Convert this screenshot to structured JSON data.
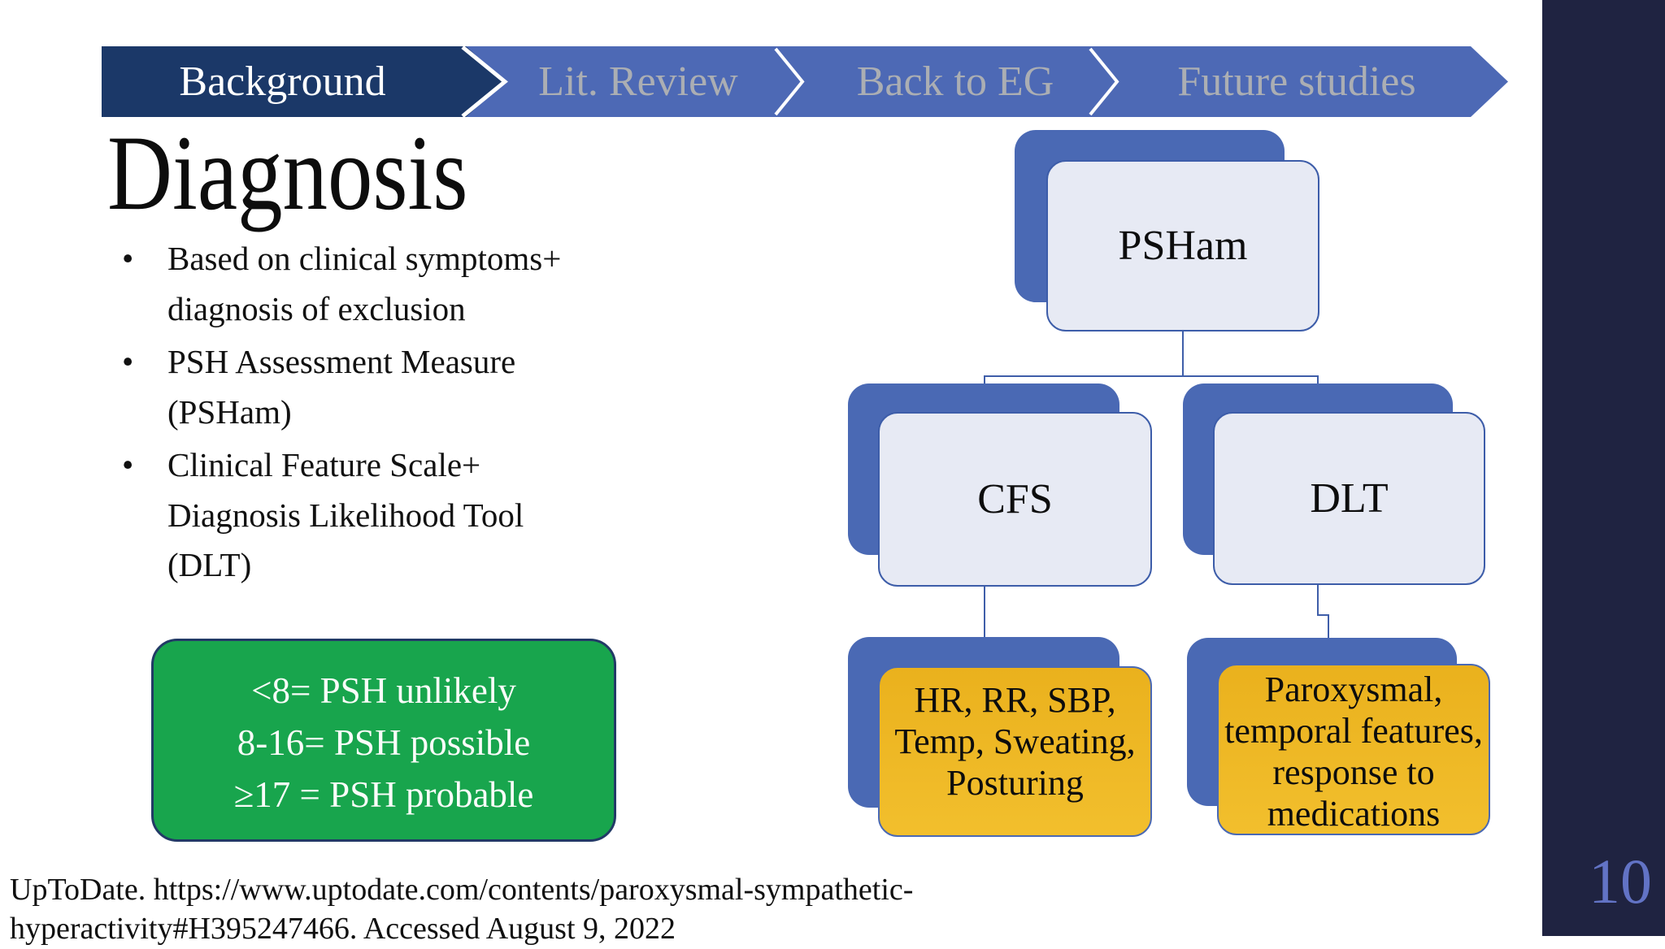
{
  "slide": {
    "title": "Diagnosis",
    "page_number": "10",
    "citation_line1": "UpToDate. https://www.uptodate.com/contents/paroxysmal-sympathetic-",
    "citation_line2": "hyperactivity#H395247466. Accessed August 9, 2022"
  },
  "breadcrumb": {
    "items": [
      {
        "label": "Background",
        "active": true
      },
      {
        "label": "Lit. Review",
        "active": false
      },
      {
        "label": "Back to EG",
        "active": false
      },
      {
        "label": "Future studies",
        "active": false
      }
    ]
  },
  "bullets": {
    "marker": "•",
    "items": [
      "Based on clinical symptoms+ diagnosis of exclusion",
      "PSH Assessment Measure (PSHam)",
      "Clinical Feature Scale+ Diagnosis Likelihood Tool (DLT)"
    ]
  },
  "score_box": {
    "lines": [
      "<8= PSH unlikely",
      "8-16= PSH possible",
      "≥17 = PSH probable"
    ]
  },
  "diagram": {
    "root_label": "PSHam",
    "children": [
      {
        "label": "CFS",
        "detail": "HR, RR, SBP, Temp, Sweating, Posturing"
      },
      {
        "label": "DLT",
        "detail": "Paroxysmal, temporal features, response to medications"
      }
    ]
  },
  "colors": {
    "accent_blue": "#4A69B4",
    "dark_navy_chevron": "#1B3868",
    "sidebar_navy": "#1F2341",
    "score_green": "#18A54D",
    "detail_gold": "#EDB51F",
    "node_fill": "#E7EAF4",
    "connector_blue": "#3F5EA9",
    "page_number_blue": "#6273C5",
    "inactive_crumb_text": "#ABAEB3"
  }
}
